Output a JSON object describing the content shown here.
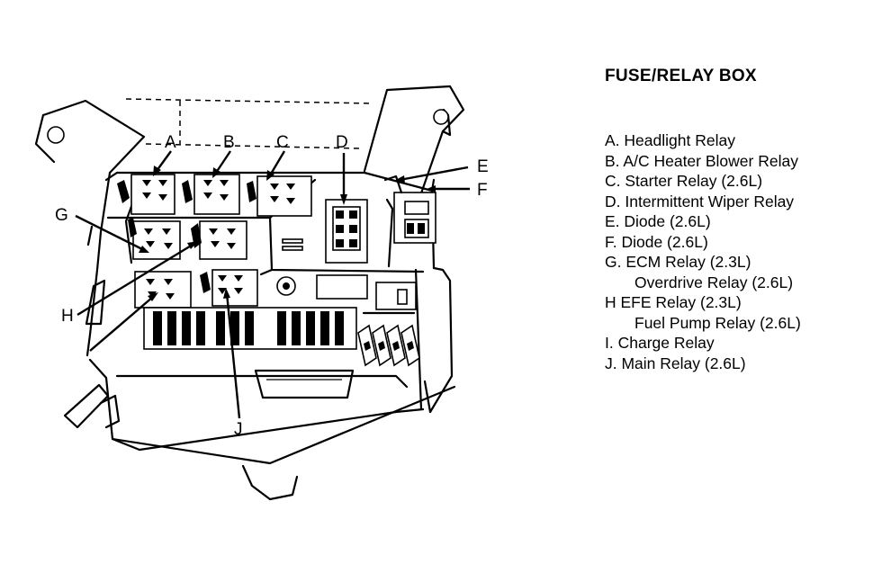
{
  "title": "FUSE/RELAY BOX",
  "callouts": [
    "A",
    "B",
    "C",
    "D",
    "E",
    "F",
    "G",
    "H",
    "J"
  ],
  "legend": [
    {
      "text": "A. Headlight Relay",
      "continuation": false
    },
    {
      "text": "B. A/C Heater Blower Relay",
      "continuation": false
    },
    {
      "text": "C. Starter Relay (2.6L)",
      "continuation": false
    },
    {
      "text": "D. Intermittent Wiper Relay",
      "continuation": false
    },
    {
      "text": "E. Diode (2.6L)",
      "continuation": false
    },
    {
      "text": "F. Diode (2.6L)",
      "continuation": false
    },
    {
      "text": "G. ECM Relay (2.3L)",
      "continuation": false
    },
    {
      "text": "Overdrive Relay (2.6L)",
      "continuation": true
    },
    {
      "text": "H  EFE Relay (2.3L)",
      "continuation": false
    },
    {
      "text": "Fuel Pump Relay (2.6L)",
      "continuation": true
    },
    {
      "text": "I. Charge Relay",
      "continuation": false
    },
    {
      "text": "J. Main Relay (2.6L)",
      "continuation": false
    }
  ]
}
